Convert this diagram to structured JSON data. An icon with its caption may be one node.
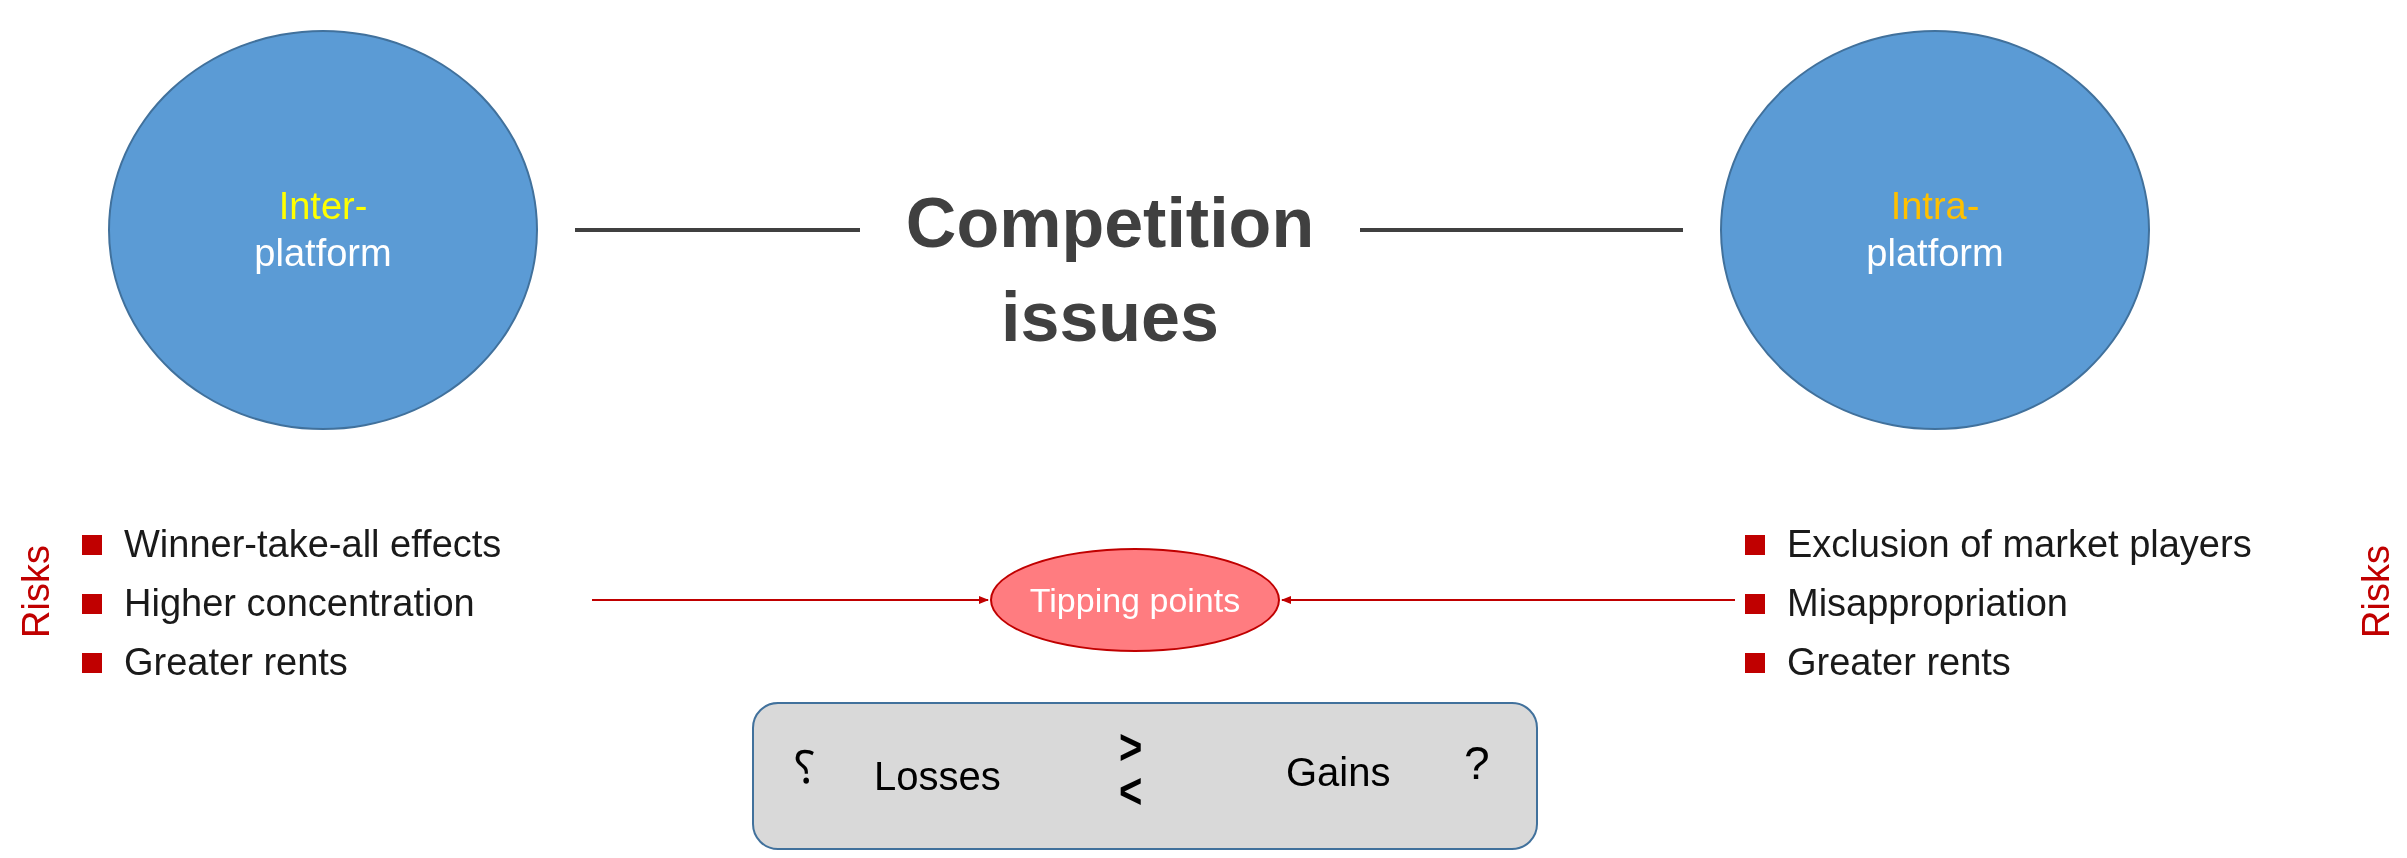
{
  "diagram": {
    "nodes": [
      {
        "text": [
          "Inter-",
          "platform"
        ]
      },
      {
        "text": [
          "Competition issues"
        ]
      },
      {
        "text": [
          "Intra-",
          "platform"
        ]
      },
      {
        "text": [
          "Winner-take-all effects",
          "Higher concentration",
          "Greater rents"
        ],
        "beside": [
          "Risks"
        ]
      },
      {
        "text": [
          "Tipping points"
        ]
      },
      {
        "text": [
          "Exclusion of market players",
          "Misappropriation",
          "Greater rents"
        ],
        "beside": [
          "Risks"
        ]
      },
      {
        "text": [
          "⸮",
          "Losses",
          ">",
          "<",
          "Gains",
          "?"
        ]
      }
    ],
    "edges": [
      {
        "from": 0,
        "to": 1,
        "arrow": "none",
        "color": "#404040"
      },
      {
        "from": 1,
        "to": 2,
        "arrow": "none",
        "color": "#404040"
      },
      {
        "from": 3,
        "to": 4,
        "arrow": "to",
        "color": "#c00000"
      },
      {
        "from": 5,
        "to": 4,
        "arrow": "to",
        "color": "#c00000"
      }
    ]
  }
}
